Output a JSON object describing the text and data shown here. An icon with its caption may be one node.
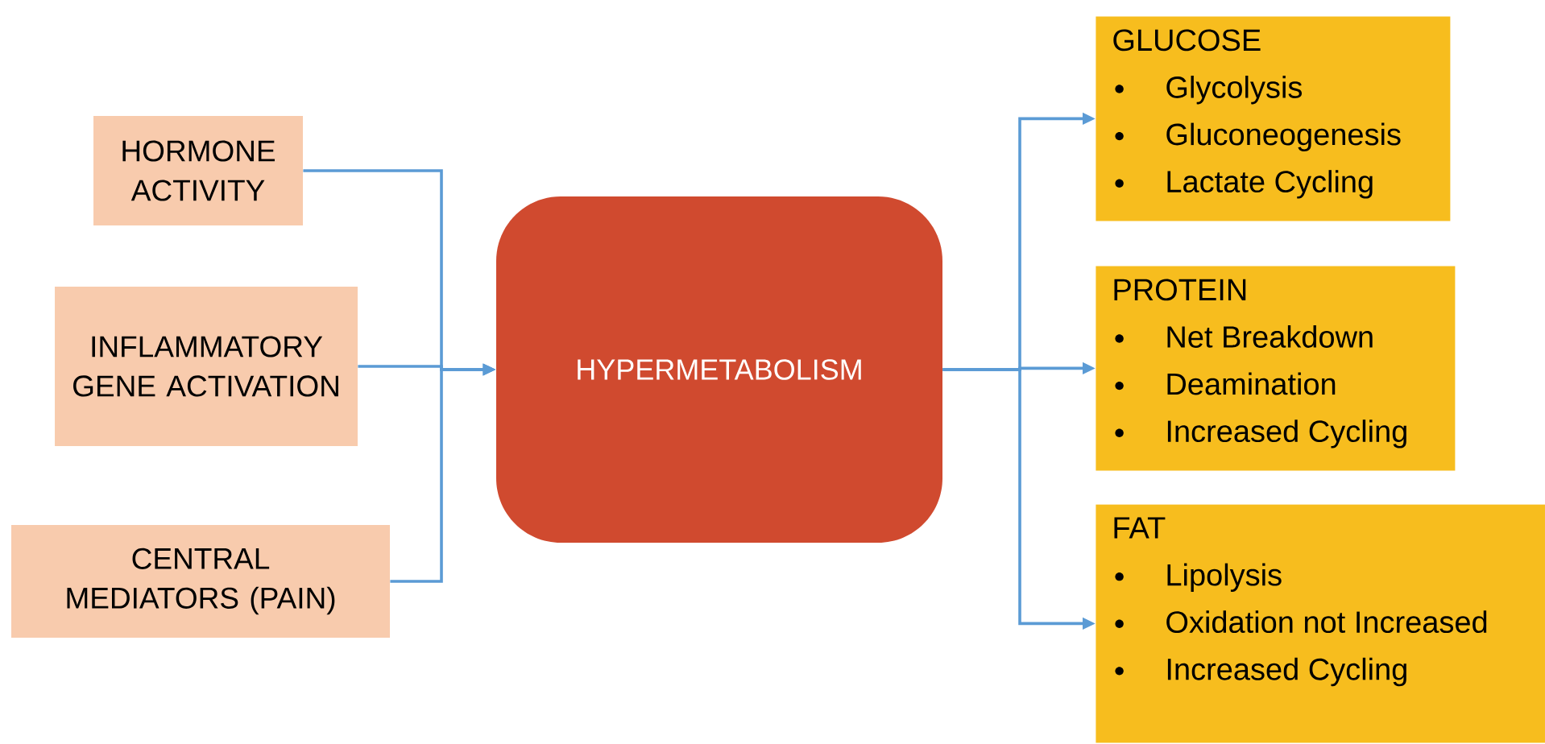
{
  "diagram": {
    "nodes": [
      {
        "text": [
          "HORMONE ACTIVITY"
        ]
      },
      {
        "text": [
          "INFLAMMATORY GENE ACTIVATION"
        ]
      },
      {
        "text": [
          "CENTRAL MEDIATORS (PAIN)"
        ]
      },
      {
        "text": [
          "HYPERMETABOLISM"
        ]
      },
      {
        "text": [
          "GLUCOSE",
          "Glycolysis",
          "Gluconeogenesis",
          "Lactate Cycling"
        ]
      },
      {
        "text": [
          "PROTEIN",
          "Net Breakdown",
          "Deamination",
          "Increased Cycling"
        ]
      },
      {
        "text": [
          "FAT",
          "Lipolysis",
          "Oxidation not Increased",
          "Increased Cycling"
        ]
      }
    ],
    "edges": [
      {
        "from": 0,
        "to": 3,
        "arrow": "to"
      },
      {
        "from": 1,
        "to": 3,
        "arrow": "to"
      },
      {
        "from": 2,
        "to": 3,
        "arrow": "to"
      },
      {
        "from": 3,
        "to": 4,
        "arrow": "to"
      },
      {
        "from": 3,
        "to": 5,
        "arrow": "to"
      },
      {
        "from": 3,
        "to": 6,
        "arrow": "to"
      }
    ]
  }
}
